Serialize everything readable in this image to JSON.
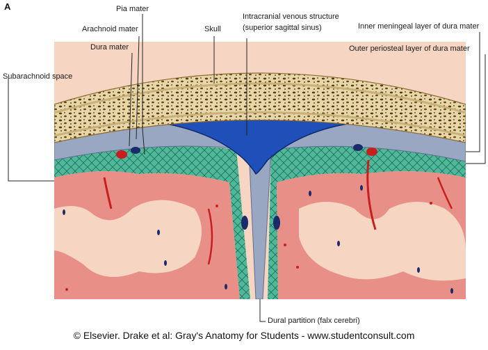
{
  "figure": {
    "letter": "A",
    "credit": "© Elsevier. Drake et al: Gray's Anatomy for Students - www.studentconsult.com"
  },
  "labels": {
    "pia_mater": "Pia mater",
    "arachnoid_mater": "Arachnoid mater",
    "dura_mater": "Dura mater",
    "skull": "Skull",
    "venous_line1": "Intracranial venous structure",
    "venous_line2": "(superior sagittal sinus)",
    "inner_meningeal": "Inner meningeal layer of dura mater",
    "outer_periosteal": "Outer periosteal layer of dura mater",
    "subarachnoid": "Subarachnoid space",
    "dural_partition": "Dural partition (falx cerebri)"
  },
  "colors": {
    "bone": "#e7d6a8",
    "bone_pores": "#5a3b14",
    "dura": "#9aa7c2",
    "sinus": "#1f4fb8",
    "subarachnoid": "#4fb79a",
    "cortex": "#e88f88",
    "white_matter": "#f6d5c2",
    "vessel_red": "#c81e1e",
    "vessel_blue": "#1b2a6b"
  }
}
